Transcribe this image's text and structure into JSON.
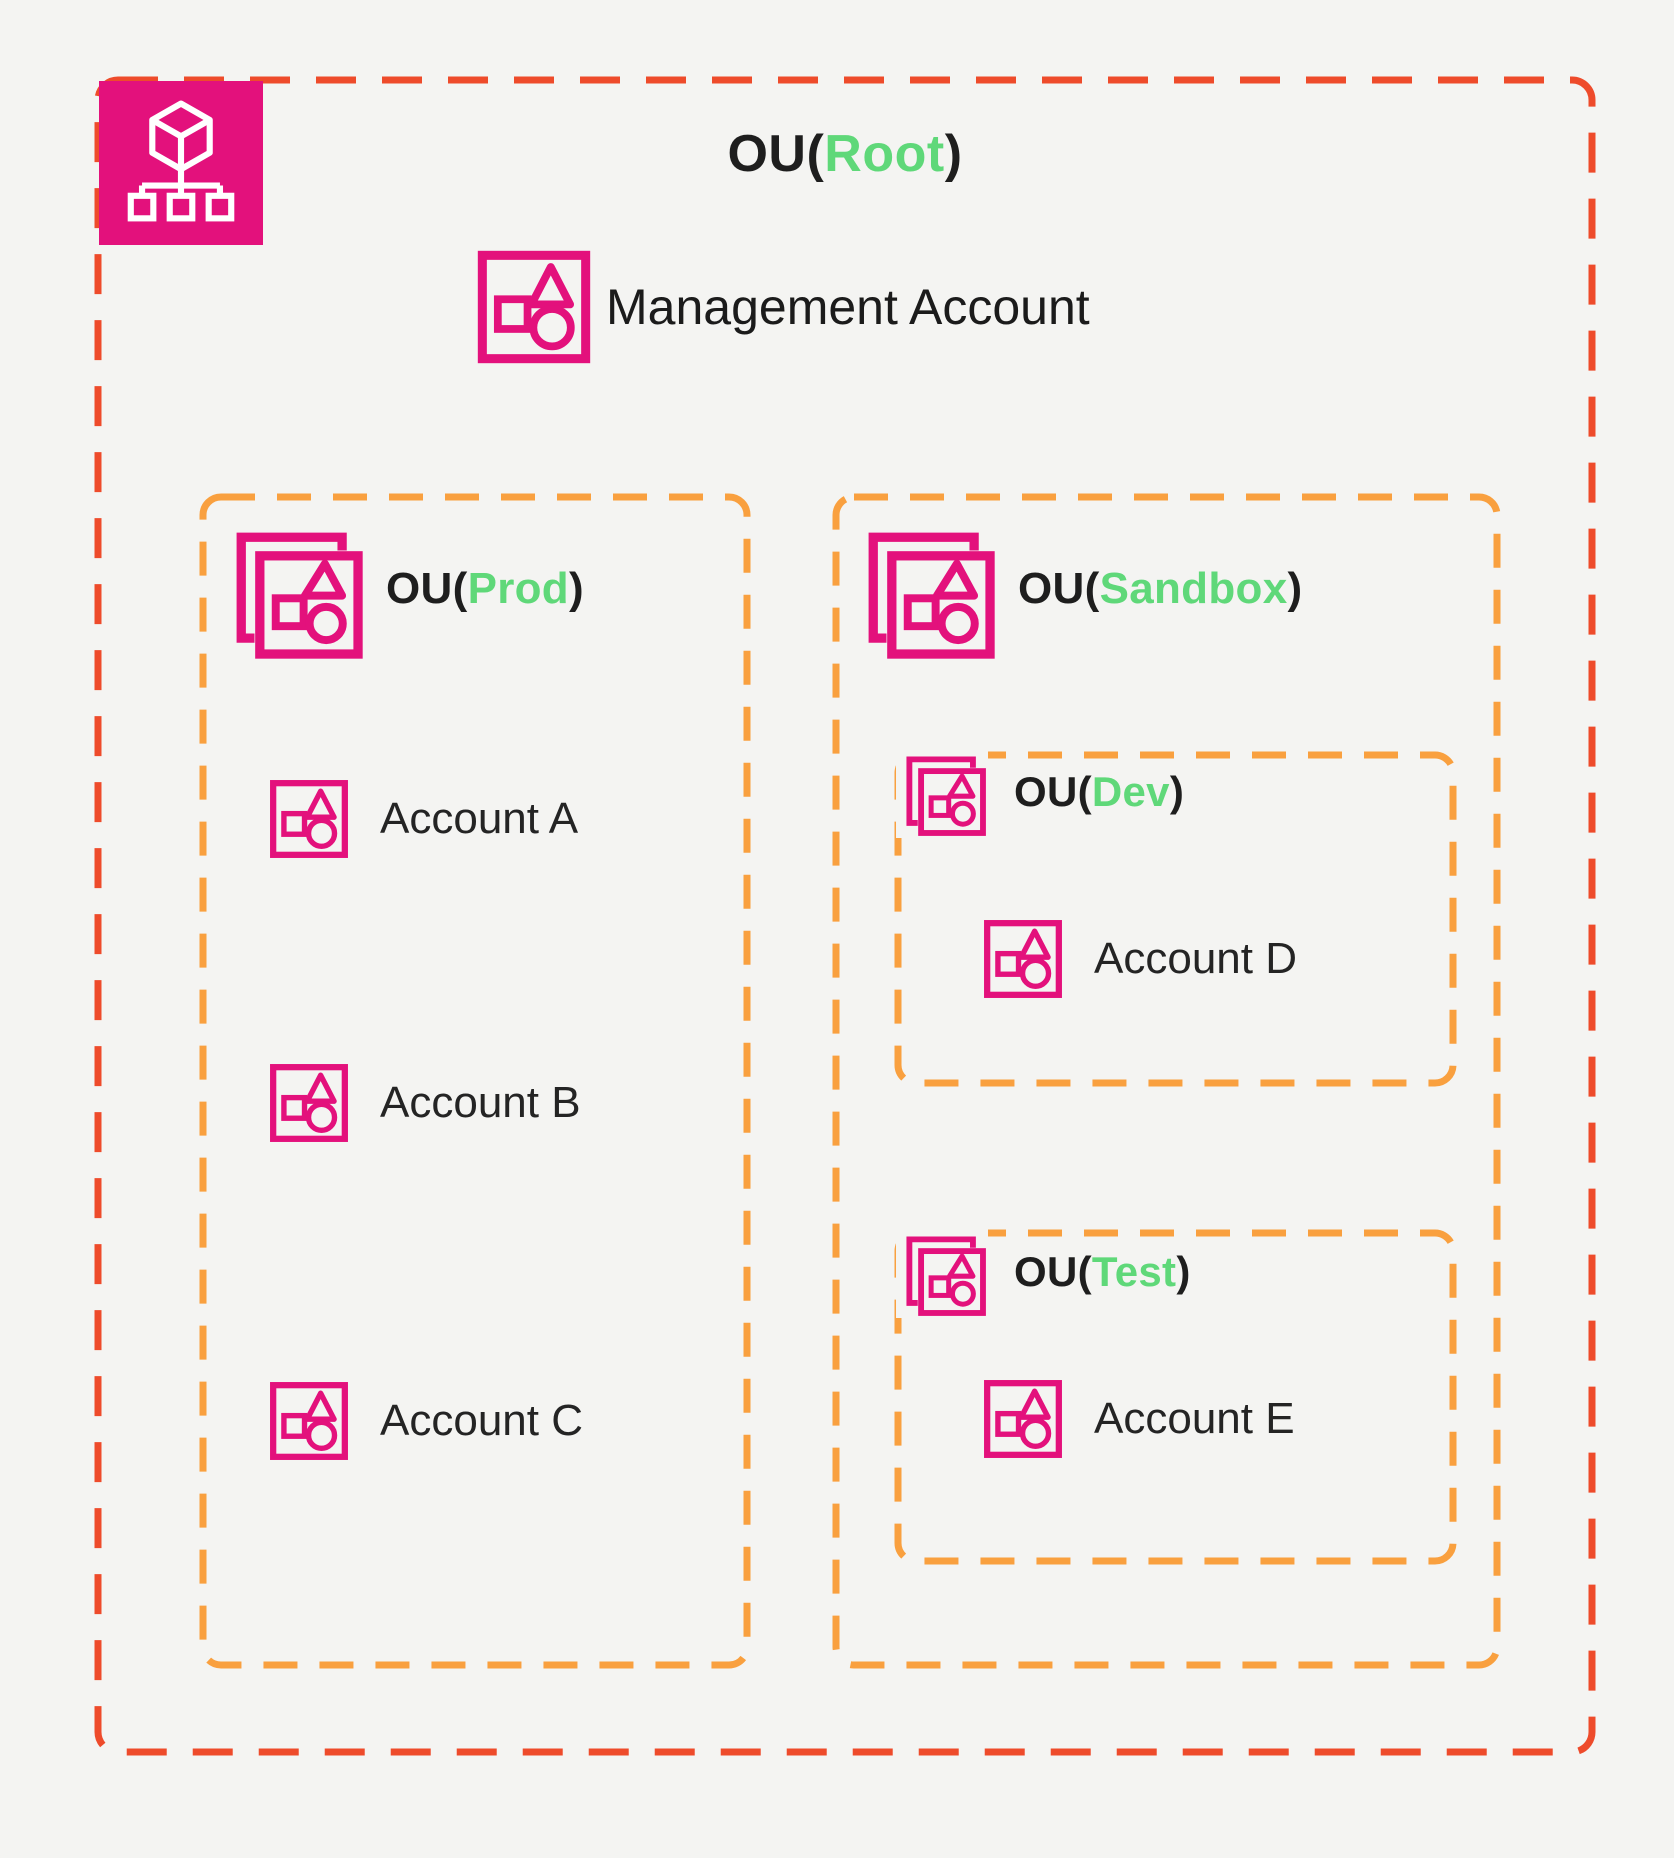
{
  "colors": {
    "background": "#F4F4F2",
    "root_border": "#EE4B2B",
    "ou_border": "#F9A03F",
    "pink": "#E3117C",
    "green": "#5FD879",
    "text_dark": "#1E1E1E"
  },
  "root_ou": {
    "prefix": "OU(",
    "name": "Root",
    "close": ")"
  },
  "management_account": {
    "label": "Management Account"
  },
  "prod_ou": {
    "prefix": "OU(",
    "name": "Prod",
    "close": ")",
    "accounts": [
      {
        "label": "Account A"
      },
      {
        "label": "Account B"
      },
      {
        "label": "Account C"
      }
    ]
  },
  "sandbox_ou": {
    "prefix": "OU(",
    "name": "Sandbox",
    "close": ")"
  },
  "dev_ou": {
    "prefix": "OU(",
    "name": "Dev",
    "close": ")",
    "accounts": [
      {
        "label": "Account D"
      }
    ]
  },
  "test_ou": {
    "prefix": "OU(",
    "name": "Test",
    "close": ")",
    "accounts": [
      {
        "label": "Account E"
      }
    ]
  }
}
